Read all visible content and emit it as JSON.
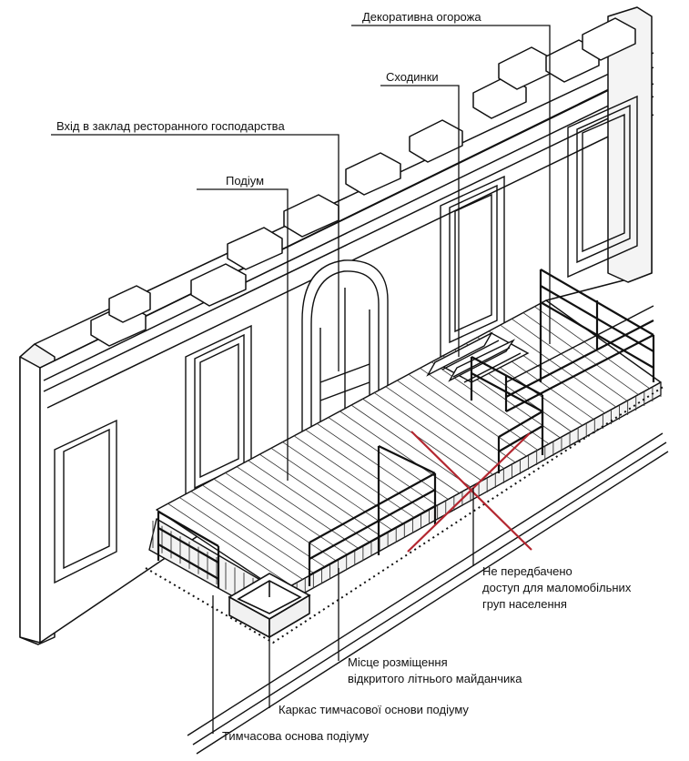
{
  "labels": {
    "fence": "Декоративна огорожа",
    "steps": "Сходинки",
    "entrance": "Вхід в заклад ресторанного господарства",
    "podium": "Подіум",
    "no_access_line1": "Не передбачено",
    "no_access_line2": "доступ для маломобільних",
    "no_access_line3": "груп населення",
    "place_line1": "Місце розміщення",
    "place_line2": "відкритого літнього майданчика",
    "frame": "Каркас тимчасової основи подіуму",
    "base": "Тимчасова основа подіуму"
  },
  "colors": {
    "ink": "#111111",
    "cross": "#b3262f",
    "paper": "#ffffff",
    "shade": "#e9e9e9"
  }
}
